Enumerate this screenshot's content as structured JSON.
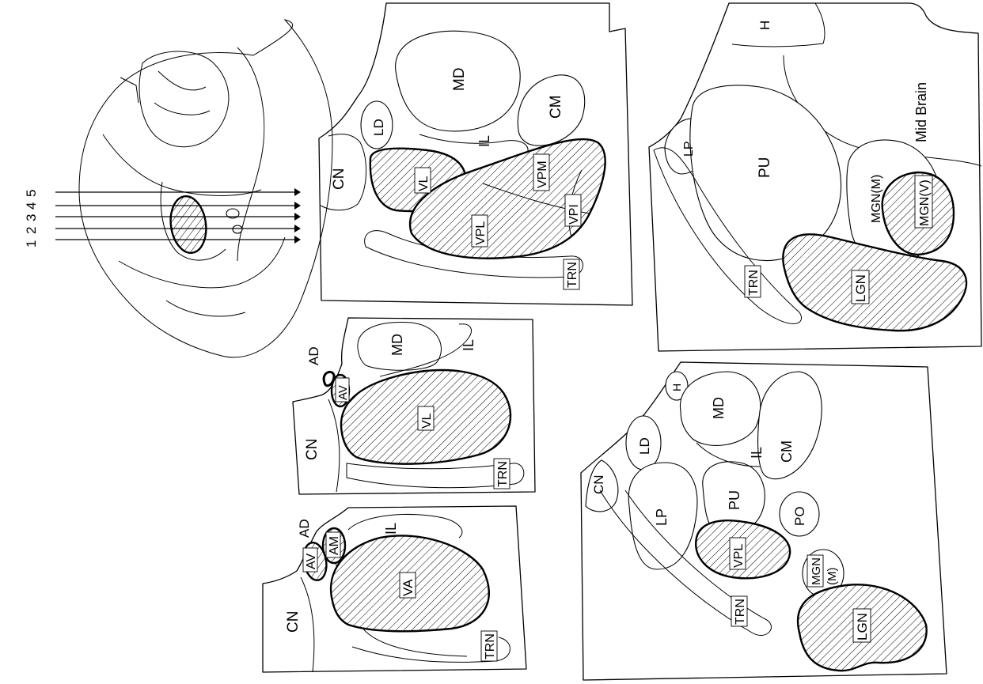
{
  "figure": {
    "level_numbers": [
      "1",
      "2",
      "3",
      "4",
      "5"
    ],
    "panels": {
      "p1": {
        "labels": {
          "cn": "CN",
          "ad": "AD",
          "av": "AV",
          "am": "AM",
          "il": "IL",
          "va": "VA",
          "trn": "TRN"
        }
      },
      "p2": {
        "labels": {
          "cn": "CN",
          "ad": "AD",
          "av": "AV",
          "md": "MD",
          "il": "IL",
          "vl": "VL",
          "trn": "TRN"
        }
      },
      "p3": {
        "labels": {
          "cn": "CN",
          "ld": "LD",
          "md": "MD",
          "il": "IL",
          "cm": "CM",
          "vl": "VL",
          "vpl": "VPL",
          "vpm": "VPM",
          "vpi": "VPI",
          "trn": "TRN"
        }
      },
      "p4": {
        "labels": {
          "cn": "CN",
          "h": "H",
          "ld": "LD",
          "md": "MD",
          "il": "IL",
          "cm": "CM",
          "lp": "LP",
          "pu": "PU",
          "po": "PO",
          "vpl": "VPL",
          "mgn": "MGN",
          "mgn_m": "(M)",
          "lgn": "LGN",
          "trn": "TRN"
        }
      },
      "p5": {
        "labels": {
          "h": "H",
          "midbrain": "Mid Brain",
          "lp": "LP",
          "pu": "PU",
          "mgn_m": "MGN(M)",
          "mgn_v": "MGN(V)",
          "trn": "TRN",
          "lgn": "LGN"
        }
      }
    }
  }
}
